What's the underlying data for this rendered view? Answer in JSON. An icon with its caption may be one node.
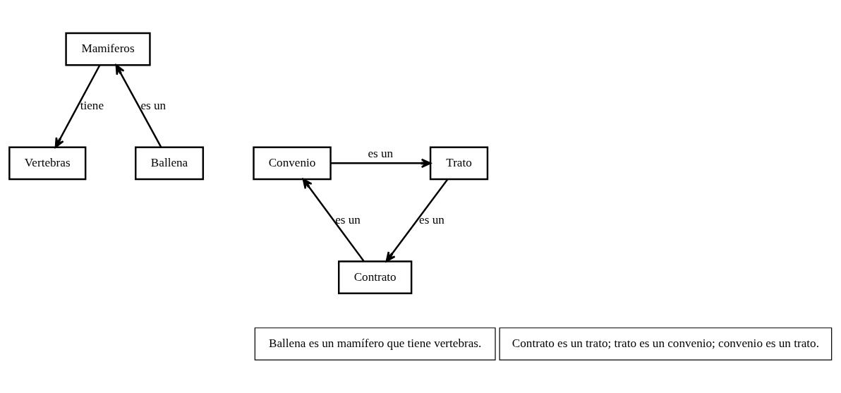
{
  "diagram": {
    "nodes": [
      {
        "text": [
          "Mamiferos"
        ]
      },
      {
        "text": [
          "Ballena"
        ]
      },
      {
        "text": [
          "Vertebras"
        ]
      },
      {
        "text": [
          "Contrato"
        ]
      },
      {
        "text": [
          "Trato"
        ]
      },
      {
        "text": [
          "Convenio"
        ]
      },
      {
        "text": [
          "Ballena es un mamífero que tiene vertebras."
        ]
      },
      {
        "text": [
          "Contrato es un trato; trato es un convenio; convenio es un trato."
        ]
      }
    ],
    "edges": [
      {
        "from": 1,
        "to": 0,
        "arrow": "to",
        "label": "es un"
      },
      {
        "from": 0,
        "to": 2,
        "arrow": "to",
        "label": "tiene"
      },
      {
        "from": 4,
        "to": 3,
        "arrow": "to",
        "label": "es un"
      },
      {
        "from": 3,
        "to": 5,
        "arrow": "to",
        "label": "es un"
      },
      {
        "from": 5,
        "to": 4,
        "arrow": "to",
        "label": "es un"
      }
    ]
  }
}
